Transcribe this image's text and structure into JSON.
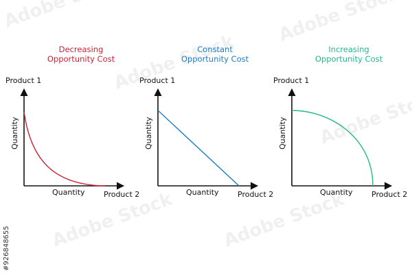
{
  "watermark": {
    "brand": "Adobe Stock",
    "stock_id": "#926848655"
  },
  "chart_data": [
    {
      "type": "line",
      "title_lines": [
        "Decreasing",
        "Opportunity Cost"
      ],
      "title_color": "#cc2233",
      "curve_color": "#cc2233",
      "shape": "convex",
      "y_axis_title": "Product 1",
      "y_axis_label": "Quantity",
      "x_axis_title": "Product 2",
      "x_axis_label": "Quantity"
    },
    {
      "type": "line",
      "title_lines": [
        "Constant",
        "Opportunity Cost"
      ],
      "title_color": "#1f7cc4",
      "curve_color": "#1f7cc4",
      "shape": "linear",
      "y_axis_title": "Product 1",
      "y_axis_label": "Quantity",
      "x_axis_title": "Product 2",
      "x_axis_label": "Quantity"
    },
    {
      "type": "line",
      "title_lines": [
        "Increasing",
        "Opportunity Cost"
      ],
      "title_color": "#22b88a",
      "curve_color": "#22b88a",
      "shape": "concave",
      "y_axis_title": "Product 1",
      "y_axis_label": "Quantity",
      "x_axis_title": "Product 2",
      "x_axis_label": "Quantity"
    }
  ]
}
